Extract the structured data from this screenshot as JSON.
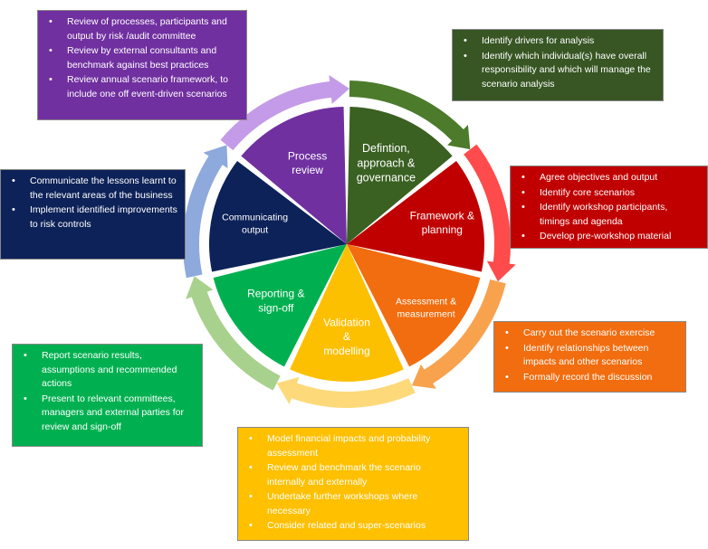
{
  "stages": [
    {
      "id": "definition",
      "label": [
        "Defintion,",
        "approach &",
        "governance"
      ],
      "color": "#3a6022",
      "arrow_color": "#4c7b2b",
      "bullets": [
        "Identify drivers for analysis",
        "Identify which individual(s) have overall responsibility and which will manage the scenario analysis"
      ]
    },
    {
      "id": "framework",
      "label": [
        "Framework &",
        "planning"
      ],
      "color": "#c00000",
      "arrow_color": "#ff4b4b",
      "bullets": [
        "Agree objectives and output",
        "Identify core scenarios",
        "Identify workshop participants, timings and agenda",
        "Develop pre-workshop material"
      ]
    },
    {
      "id": "assessment",
      "label": [
        "Assessment &",
        "measurement"
      ],
      "color": "#f26d0f",
      "arrow_color": "#f8a24e",
      "bullets": [
        "Carry out the scenario exercise",
        "Identify relationships between impacts and other scenarios",
        "Formally record the discussion"
      ]
    },
    {
      "id": "validation",
      "label": [
        "Validation",
        "&",
        "modelling"
      ],
      "color": "#fcc000",
      "arrow_color": "#fdd97a",
      "bullets": [
        "Model financial impacts and probability assessment",
        "Review and benchmark the scenario internally and externally",
        "Undertake further workshops where necessary",
        "Consider related and super-scenarios"
      ]
    },
    {
      "id": "reporting",
      "label": [
        "Reporting &",
        "sign-off"
      ],
      "color": "#00b050",
      "arrow_color": "#a9d18e",
      "bullets": [
        "Report scenario results, assumptions and recommended actions",
        "Present to relevant committees, managers and external parties for review and sign-off"
      ]
    },
    {
      "id": "communicating",
      "label": [
        "Communicating",
        "output"
      ],
      "color": "#0d2258",
      "arrow_color": "#8ea9db",
      "bullets": [
        "Communicate the lessons learnt to the relevant areas of the business",
        "Implement identified improvements to risk controls"
      ]
    },
    {
      "id": "process",
      "label": [
        "Process",
        "review"
      ],
      "color": "#7030a0",
      "arrow_color": "#c49be8",
      "bullets": [
        "Review of processes, participants and output by risk /audit committee",
        "Review by external consultants and benchmark against best practices",
        "Review annual scenario framework, to include one off event-driven scenarios"
      ]
    }
  ]
}
